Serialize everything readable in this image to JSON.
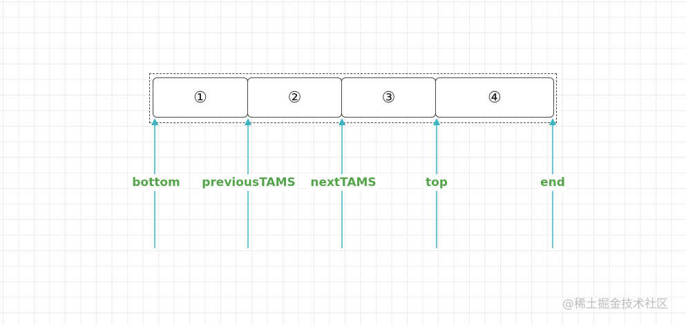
{
  "cells": [
    "①",
    "②",
    "③",
    "④"
  ],
  "pointers": [
    "bottom",
    "previousTAMS",
    "nextTAMS",
    "top",
    "end"
  ],
  "watermark": "@稀土掘金技术社区",
  "colors": {
    "arrow": "#3ab3c4",
    "label": "#55a34a",
    "box_border": "#444444"
  }
}
